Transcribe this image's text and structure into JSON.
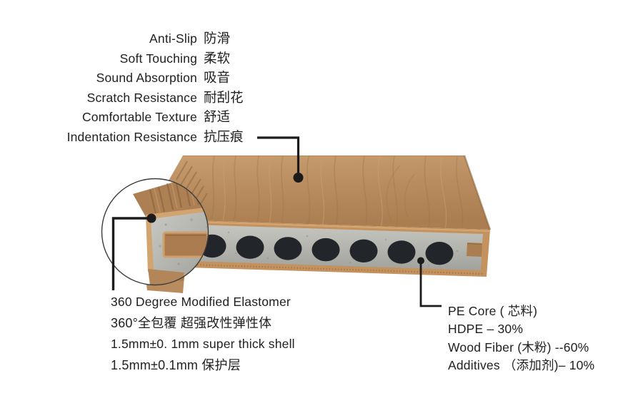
{
  "features": [
    {
      "en": "Anti-Slip",
      "zh": "防滑"
    },
    {
      "en": "Soft Touching",
      "zh": "柔软"
    },
    {
      "en": "Sound Absorption",
      "zh": "吸音"
    },
    {
      "en": "Scratch Resistance",
      "zh": "耐刮花"
    },
    {
      "en": "Comfortable Texture",
      "zh": "舒适"
    },
    {
      "en": "Indentation Resistance",
      "zh": "抗压痕"
    }
  ],
  "shell_note": {
    "lines": [
      "360 Degree Modified Elastomer",
      "360°全包覆  超强改性弹性体",
      "1.5mm±0. 1mm  super thick shell",
      "1.5mm±0.1mm 保护层"
    ]
  },
  "core_note": {
    "lines": [
      "PE Core ( 芯料)",
      "HDPE – 30%",
      "Wood Fiber (木粉) --60%",
      "Additives （添加剂)– 10%"
    ]
  },
  "colors": {
    "background": "#ffffff",
    "wood": "#b88c5e",
    "wood_light": "#c79c6e",
    "wood_dark": "#aa7e50",
    "shell_tan": "#c3925f",
    "core_gray": "#b5b5b0",
    "hole_black": "#22252a",
    "groove_tan": "#aa7c50",
    "leader_line": "#1b1b1b",
    "text": "#212121"
  }
}
